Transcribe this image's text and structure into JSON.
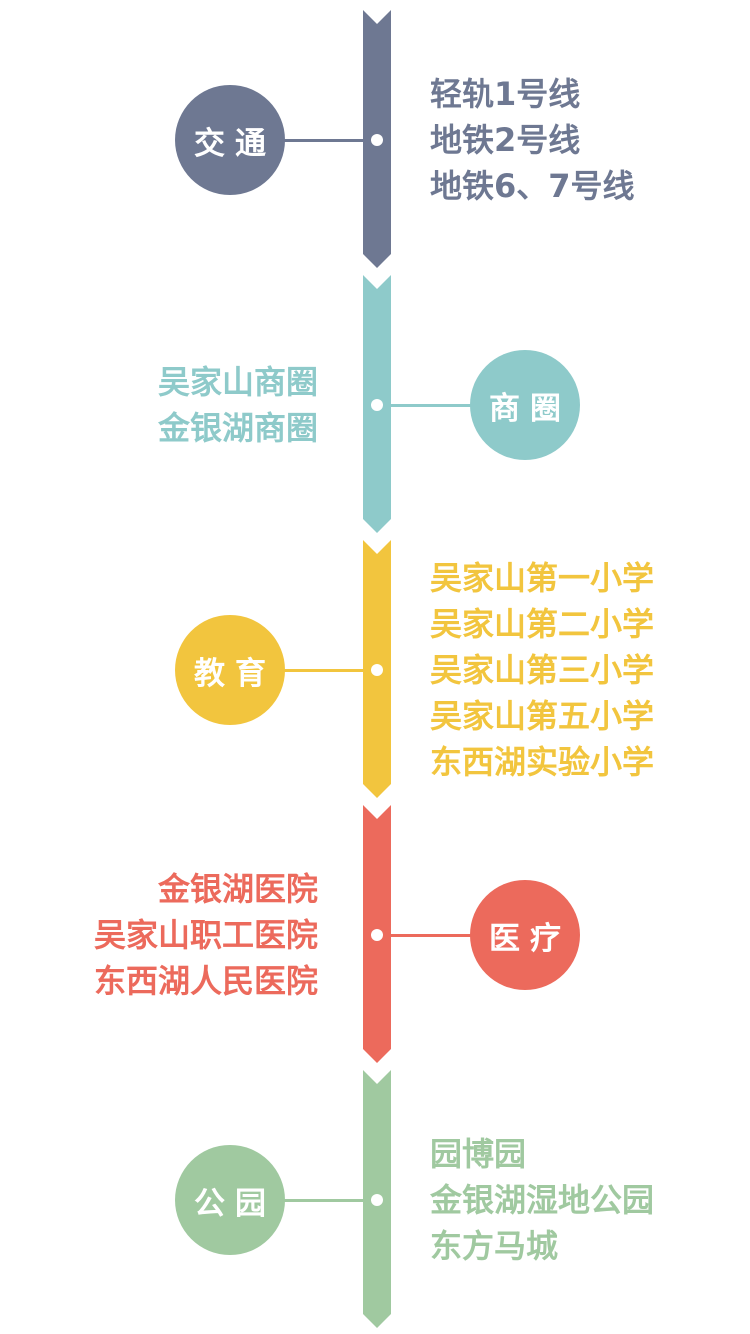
{
  "categories": [
    {
      "label": "交通",
      "color": "#6e7892",
      "side": "left",
      "items": [
        "轻轨1号线",
        "地铁2号线",
        "地铁6、7号线"
      ]
    },
    {
      "label": "商圈",
      "color": "#8ecaca",
      "side": "right",
      "items": [
        "吴家山商圈",
        "金银湖商圈"
      ]
    },
    {
      "label": "教育",
      "color": "#f2c53e",
      "side": "left",
      "items": [
        "吴家山第一小学",
        "吴家山第二小学",
        "吴家山第三小学",
        "吴家山第五小学",
        "东西湖实验小学"
      ]
    },
    {
      "label": "医疗",
      "color": "#ec6a5c",
      "side": "right",
      "items": [
        "金银湖医院",
        "吴家山职工医院",
        "东西湖人民医院"
      ]
    },
    {
      "label": "公园",
      "color": "#a0c9a0",
      "side": "left",
      "items": [
        "园博园",
        "金银湖湿地公园",
        "东方马城"
      ]
    }
  ]
}
